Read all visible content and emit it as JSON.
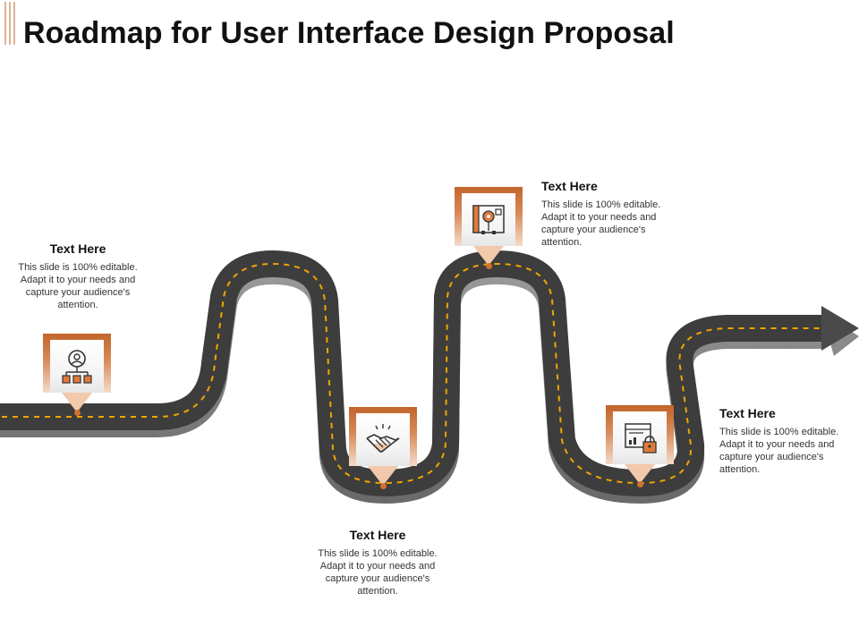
{
  "title": "Roadmap for User Interface Design Proposal",
  "colors": {
    "accent": "#c2652a",
    "pointer": "#f3c9ac",
    "road": "#3d3d3d",
    "lane_marking": "#f0a500"
  },
  "milestones": [
    {
      "icon": "team-network-icon",
      "heading": "Text Here",
      "body": "This slide is 100% editable. Adapt it to your needs and capture your audience's attention."
    },
    {
      "icon": "handshake-icon",
      "heading": "Text Here",
      "body": "This slide is 100% editable. Adapt it to your needs and capture your audience's attention."
    },
    {
      "icon": "design-blueprint-icon",
      "heading": "Text Here",
      "body": "This slide is 100% editable. Adapt it to your needs and capture your audience's attention."
    },
    {
      "icon": "secure-report-icon",
      "heading": "Text Here",
      "body": "This slide is 100% editable. Adapt it to your needs and capture your audience's attention."
    }
  ]
}
